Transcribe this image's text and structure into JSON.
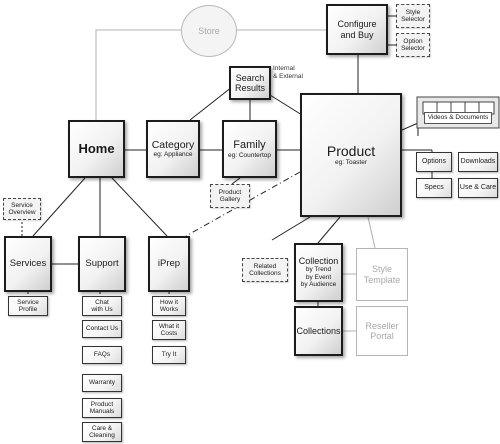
{
  "nodes": {
    "store": "Store",
    "configure": "Configure\nand Buy",
    "style_selector": "Style\nSelector",
    "option_selector": "Option\nSelector",
    "search_results": "Search\nResults",
    "internal_external": "Internal\n& External",
    "home": "Home",
    "category": "Category",
    "category_sub": "eg: Appliance",
    "family": "Family",
    "family_sub": "eg: Countertop",
    "product": "Product",
    "product_sub": "eg: Toaster",
    "product_gallery": "Product\nGallery",
    "videos_documents": "Videos & Documents",
    "options": "Options",
    "downloads": "Downloads",
    "specs": "Specs",
    "use_care": "Use & Care",
    "service_overview": "Service\nOverview",
    "services": "Services",
    "support": "Support",
    "iprep": "iPrep",
    "related_collections": "Related\nCollections",
    "collection": "Collection",
    "collection_sub": "by Trend\nby Event\nby Audience",
    "style_template": "Style\nTemplate",
    "collections": "Collections",
    "reseller_portal": "Reseller\nPortal",
    "service_profile": "Service\nProfile"
  },
  "support_items": [
    "Chat\nwith Us",
    "Contact Us",
    "FAQs",
    "Warranty",
    "Product\nManuals",
    "Care &\nCleaning"
  ],
  "iprep_items": [
    "How it\nWorks",
    "What it\nCosts",
    "Try It"
  ]
}
